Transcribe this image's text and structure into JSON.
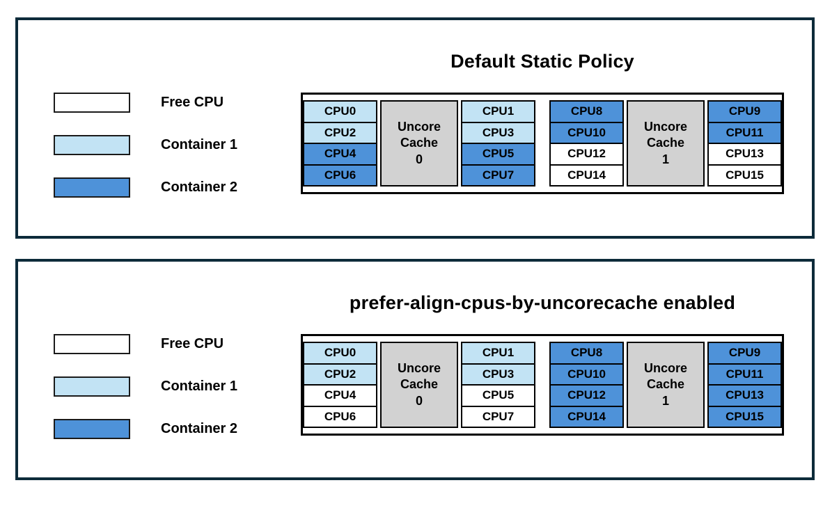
{
  "colors": {
    "free": "#ffffff",
    "container1": "#c2e3f4",
    "container2": "#4e92d9",
    "cache_fill": "#d2d2d2",
    "panel_border": "#0d2b3a",
    "cell_border": "#000000"
  },
  "legend": {
    "items": [
      {
        "label": "Free CPU",
        "color_key": "free"
      },
      {
        "label": "Container 1",
        "color_key": "container1"
      },
      {
        "label": "Container 2",
        "color_key": "container2"
      }
    ]
  },
  "panels": [
    {
      "title": "Default Static Policy",
      "groups": [
        {
          "cache_lines": [
            "Uncore",
            "Cache",
            "0"
          ],
          "left_cpus": [
            {
              "label": "CPU0",
              "state": "container1"
            },
            {
              "label": "CPU2",
              "state": "container1"
            },
            {
              "label": "CPU4",
              "state": "container2"
            },
            {
              "label": "CPU6",
              "state": "container2"
            }
          ],
          "right_cpus": [
            {
              "label": "CPU1",
              "state": "container1"
            },
            {
              "label": "CPU3",
              "state": "container1"
            },
            {
              "label": "CPU5",
              "state": "container2"
            },
            {
              "label": "CPU7",
              "state": "container2"
            }
          ]
        },
        {
          "cache_lines": [
            "Uncore",
            "Cache",
            "1"
          ],
          "left_cpus": [
            {
              "label": "CPU8",
              "state": "container2"
            },
            {
              "label": "CPU10",
              "state": "container2"
            },
            {
              "label": "CPU12",
              "state": "free"
            },
            {
              "label": "CPU14",
              "state": "free"
            }
          ],
          "right_cpus": [
            {
              "label": "CPU9",
              "state": "container2"
            },
            {
              "label": "CPU11",
              "state": "container2"
            },
            {
              "label": "CPU13",
              "state": "free"
            },
            {
              "label": "CPU15",
              "state": "free"
            }
          ]
        }
      ]
    },
    {
      "title": "prefer-align-cpus-by-uncorecache enabled",
      "groups": [
        {
          "cache_lines": [
            "Uncore",
            "Cache",
            "0"
          ],
          "left_cpus": [
            {
              "label": "CPU0",
              "state": "container1"
            },
            {
              "label": "CPU2",
              "state": "container1"
            },
            {
              "label": "CPU4",
              "state": "free"
            },
            {
              "label": "CPU6",
              "state": "free"
            }
          ],
          "right_cpus": [
            {
              "label": "CPU1",
              "state": "container1"
            },
            {
              "label": "CPU3",
              "state": "container1"
            },
            {
              "label": "CPU5",
              "state": "free"
            },
            {
              "label": "CPU7",
              "state": "free"
            }
          ]
        },
        {
          "cache_lines": [
            "Uncore",
            "Cache",
            "1"
          ],
          "left_cpus": [
            {
              "label": "CPU8",
              "state": "container2"
            },
            {
              "label": "CPU10",
              "state": "container2"
            },
            {
              "label": "CPU12",
              "state": "container2"
            },
            {
              "label": "CPU14",
              "state": "container2"
            }
          ],
          "right_cpus": [
            {
              "label": "CPU9",
              "state": "container2"
            },
            {
              "label": "CPU11",
              "state": "container2"
            },
            {
              "label": "CPU13",
              "state": "container2"
            },
            {
              "label": "CPU15",
              "state": "container2"
            }
          ]
        }
      ]
    }
  ]
}
